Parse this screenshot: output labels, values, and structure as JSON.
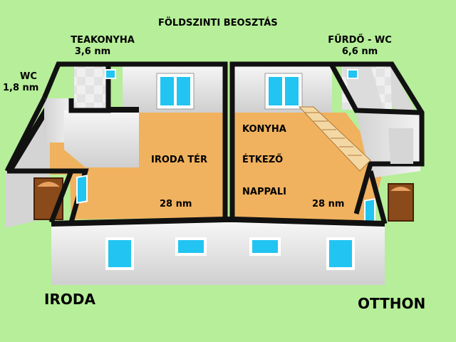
{
  "title": "FÖLDSZINTI BEOSZTÁS",
  "rooms": {
    "teakonyha": {
      "name": "TEAKONYHA",
      "area": "3,6 nm"
    },
    "wc": {
      "name": "WC",
      "area": "1,8 nm"
    },
    "furdo": {
      "name": "FŰRDŐ - WC",
      "area": "6,6 nm"
    },
    "iroda_ter": {
      "name": "IRODA TÉR",
      "area": "28 nm"
    },
    "konyha": {
      "name": "KONYHA"
    },
    "etkezo": {
      "name": "ÉTKEZŐ"
    },
    "nappali": {
      "name": "NAPPALI",
      "area": "28 nm"
    }
  },
  "sections": {
    "left": "IRODA",
    "right": "OTTHON"
  },
  "colors": {
    "background": "#b6ee99",
    "floor": "#f0b25f",
    "wall_face": "#e2e2e2",
    "wall_top": "#111111",
    "window_glass": "#22c4f2",
    "door": "#8b4a1a",
    "stairs": "#f4d8a4"
  }
}
